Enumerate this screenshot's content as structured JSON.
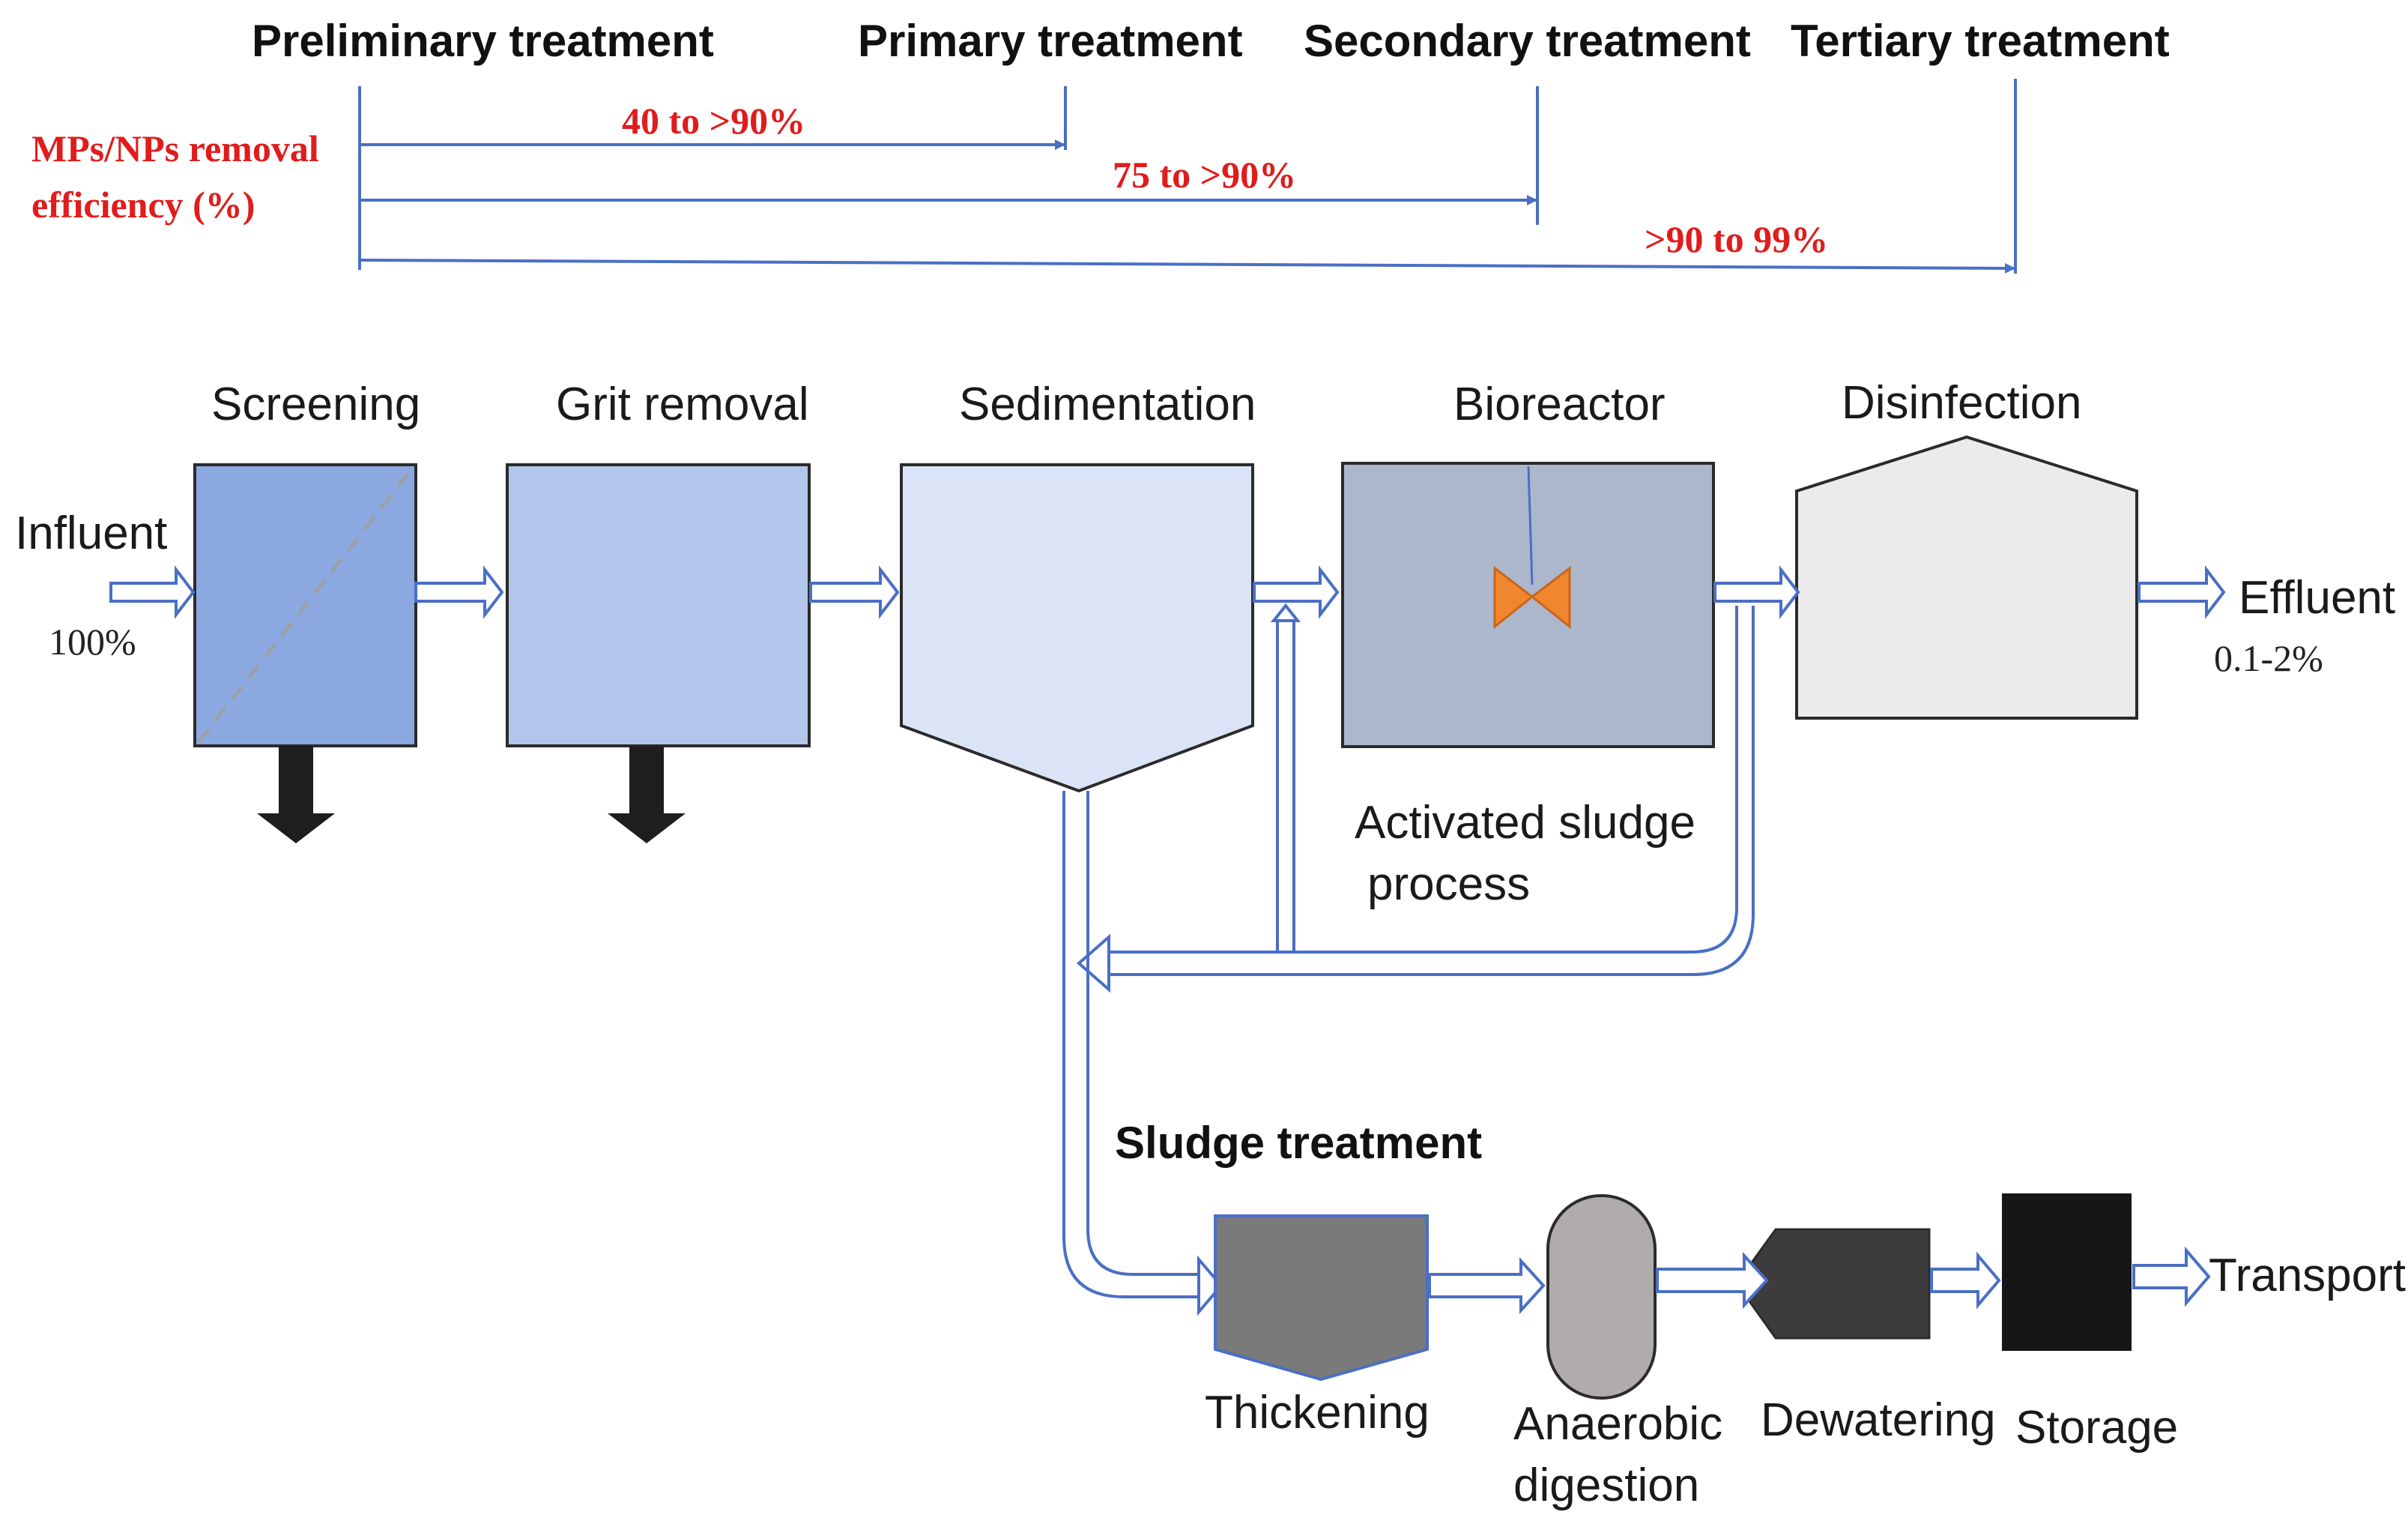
{
  "stages": {
    "preliminary": "Preliminary treatment",
    "primary": "Primary treatment",
    "secondary": "Secondary treatment",
    "tertiary": "Tertiary treatment"
  },
  "efficiency": {
    "title_line1": "MPs/NPs removal",
    "title_line2": "efficiency (%)",
    "ranges": [
      "40 to >90%",
      "75 to >90%",
      ">90 to 99%"
    ]
  },
  "influent": {
    "label": "Influent",
    "percent": "100%"
  },
  "effluent": {
    "label": "Effluent",
    "percent": "0.1-2%"
  },
  "units": {
    "screening": "Screening",
    "grit_removal": "Grit removal",
    "sedimentation": "Sedimentation",
    "bioreactor": "Bioreactor",
    "disinfection": "Disinfection"
  },
  "activated_sludge": {
    "line1": "Activated sludge",
    "line2": "process"
  },
  "sludge": {
    "title": "Sludge treatment",
    "thickening": "Thickening",
    "anaerobic_line1": "Anaerobic",
    "anaerobic_line2": "digestion",
    "dewatering": "Dewatering",
    "storage": "Storage",
    "transport": "Transport"
  },
  "colors": {
    "screening": "#8ba8e0",
    "grit": "#b1c6ea",
    "sedimentation": "#dbe4f6",
    "bioreactor": "#acb7cc",
    "disinfection": "#ebebeb",
    "thickening": "#7a7a7a",
    "digestion": "#b0acac",
    "dewatering": "#3d3b3d",
    "storage": "#161616",
    "accent_red": "#e01c1c",
    "line_blue": "#4a6fc4",
    "mixer_orange": "#f0872e"
  }
}
